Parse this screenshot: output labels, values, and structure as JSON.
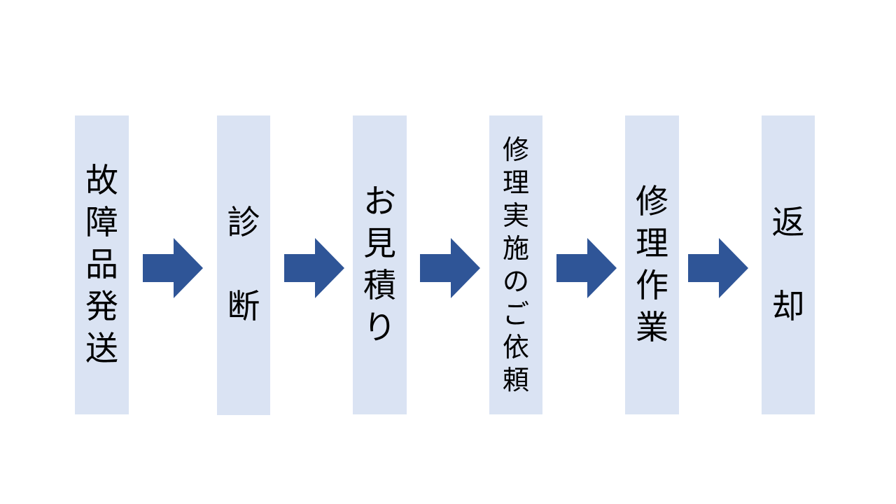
{
  "flow": {
    "steps": [
      {
        "label": "故障品発送"
      },
      {
        "label": "診 断"
      },
      {
        "label": "お見積り"
      },
      {
        "label": "修理実施のご依頼"
      },
      {
        "label": "修理作業"
      },
      {
        "label": "返 却"
      }
    ],
    "colors": {
      "box_fill": "#dae3f3",
      "arrow_fill": "#2f5597",
      "text": "#000000"
    },
    "icons": [
      "right-arrow-icon"
    ]
  }
}
